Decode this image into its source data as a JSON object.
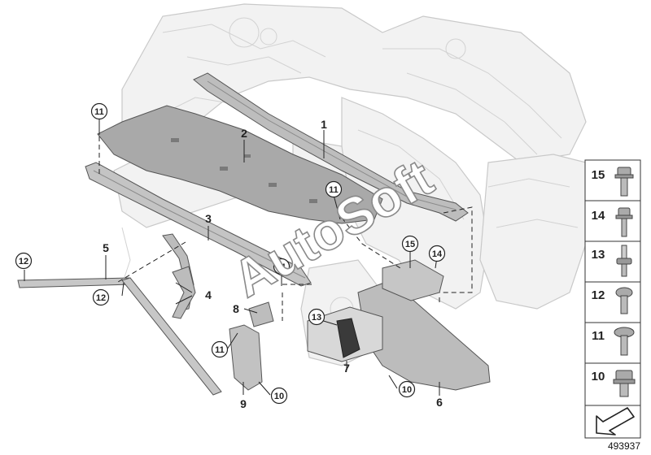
{
  "labels": {
    "p1": "1",
    "p2": "2",
    "p3": "3",
    "p4": "4",
    "p5": "5",
    "p6": "6",
    "p7": "7",
    "p8": "8",
    "p9": "9",
    "c11a": "11",
    "c11b": "11",
    "c11c": "11",
    "c11d": "11",
    "c12a": "12",
    "c12b": "12",
    "c13": "13",
    "c14": "14",
    "c15": "15",
    "c10a": "10",
    "c10b": "10"
  },
  "fastener_panel": [
    "15",
    "14",
    "13",
    "12",
    "11",
    "10"
  ],
  "watermark": "AutoSoft",
  "doc_id": "493937"
}
